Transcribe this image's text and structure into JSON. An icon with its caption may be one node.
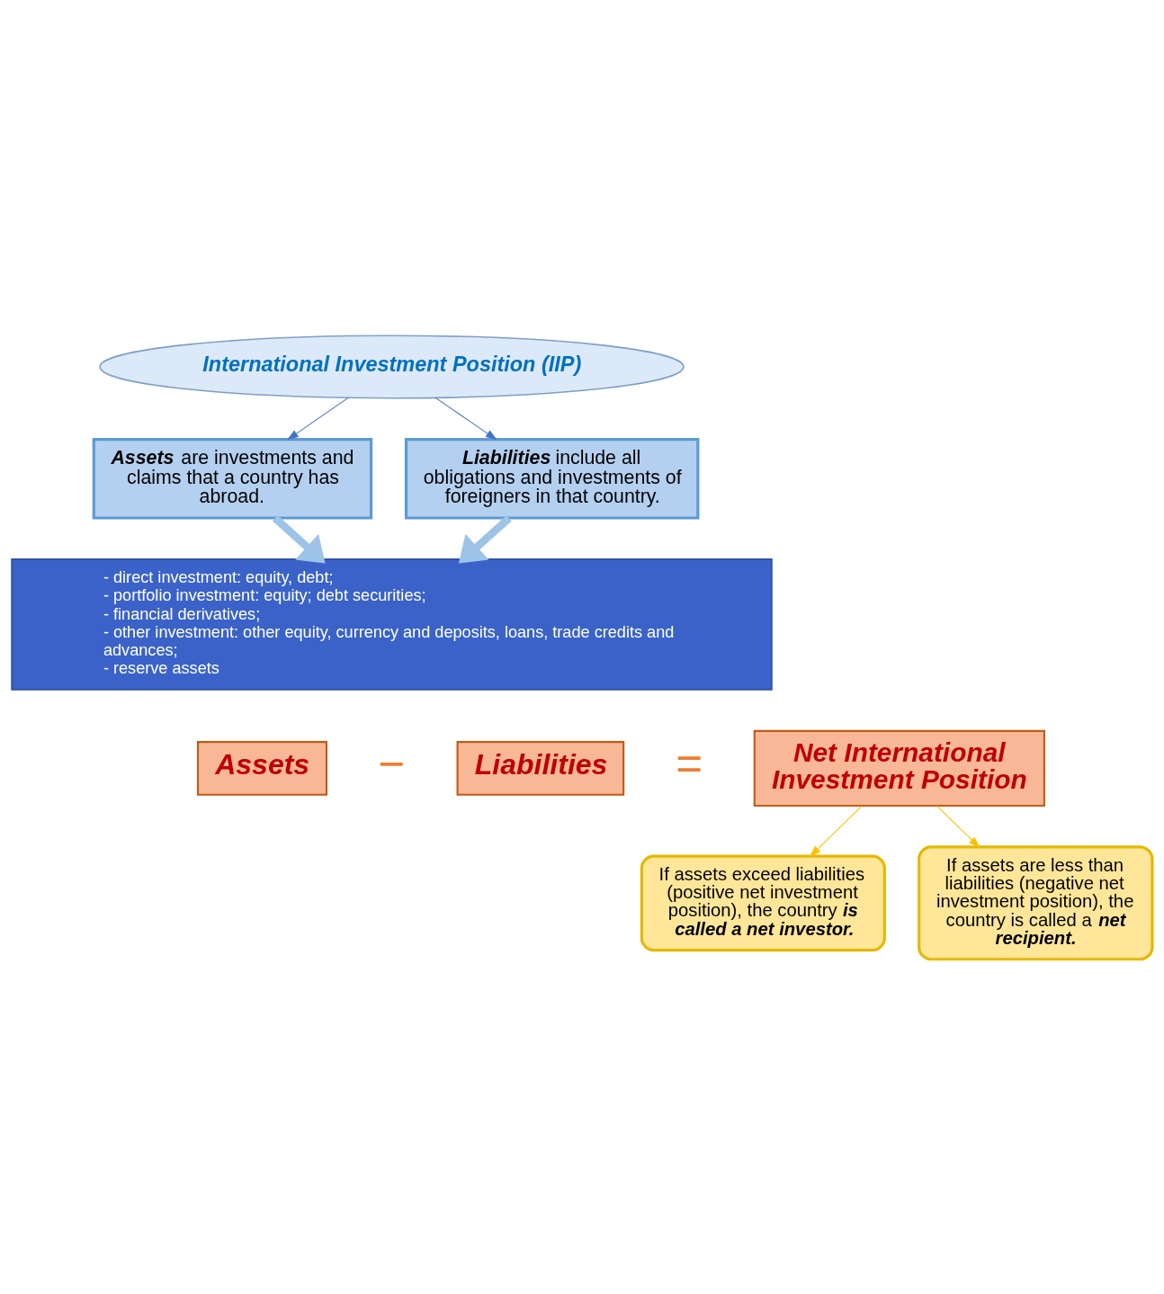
{
  "diagram": {
    "nodes": [
      {
        "text": [
          "International Investment Position (IIP)"
        ]
      },
      {
        "text": [
          "**Assets** are investments and claims that a country has abroad."
        ]
      },
      {
        "text": [
          "**Liabilities** include all obligations and investments of foreigners in that country."
        ]
      },
      {
        "text": [
          "- direct investment: equity, debt;",
          "- portfolio investment: equity; debt securities;",
          "- financial derivatives;",
          "- other investment: other equity, currency and deposits, loans, trade credits and advances;",
          "- reserve assets"
        ]
      },
      {
        "text": [
          "Assets"
        ]
      },
      {
        "text": [
          "Liabilities"
        ]
      },
      {
        "text": [
          "Net International Investment Position"
        ]
      },
      {
        "text": [
          "If assets exceed liabilities (positive net investment position), the country **is called a net investor.**"
        ]
      },
      {
        "text": [
          "If assets are less than liabilities (negative net investment position), the country is called a **net recipient.**"
        ]
      }
    ],
    "edges": [
      {
        "from": 0,
        "to": 1,
        "arrow": "to"
      },
      {
        "from": 0,
        "to": 2,
        "arrow": "to"
      },
      {
        "from": 1,
        "to": 3,
        "arrow": "to",
        "style": "thick",
        "color": "#9dc3e6"
      },
      {
        "from": 2,
        "to": 3,
        "arrow": "to",
        "style": "thick",
        "color": "#9dc3e6"
      },
      {
        "from": 6,
        "to": 7,
        "arrow": "to",
        "color": "#ffc000"
      },
      {
        "from": 6,
        "to": 8,
        "arrow": "to",
        "color": "#ffc000"
      }
    ],
    "labels": [
      "−",
      "="
    ]
  }
}
